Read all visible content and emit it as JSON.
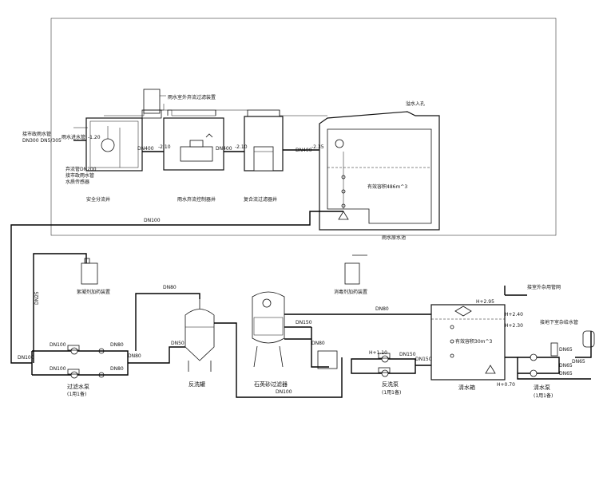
{
  "labels": {
    "top_device": "雨水室外弃流过滤装置",
    "safety_well": "安全分流井",
    "diversion_well": "雨水弃流控制器井",
    "filter_well": "复合流过滤器井",
    "overflow": "溢水入孔",
    "tank_volume": "有效容积486m^3",
    "raw_tank": "雨水原水池",
    "rain_inlet": "雨水进水管",
    "left_note1": "接市政雨水管",
    "left_note2": "DN300 DN5/305",
    "inlet_note1": "弃流管DN200",
    "inlet_note2": "接市政雨水管",
    "inlet_note3": "水质传感器",
    "lev_a": "-1.20",
    "lev_b": "-2.10",
    "lev_c": "-2.10",
    "lev_d": "-2.35",
    "dn_a": "DN400",
    "dn_b": "DN400",
    "dn_c": "DN400",
    "dn100_main": "DN100",
    "dn25": "DN25",
    "dosing": "絮凝剂加药装置",
    "disinfect": "消毒剂加药装置",
    "filter_pump": "过滤水泵",
    "filter_pump_count": "(1用1备)",
    "dn100_a": "DN100",
    "dn100_b": "DN100",
    "dn100_c": "DN100",
    "dn80_a": "DN80",
    "dn80_b": "DN80",
    "dn80_top": "DN80",
    "dn80_mid": "DN80",
    "dn80_right": "DN80",
    "dn50": "DN50",
    "backwash_tank": "反洗罐",
    "sand_filter": "石英砂过滤器",
    "dn150_a": "DN150",
    "dn150_b": "DN150",
    "dn100_bottom": "DN100",
    "backwash_pump": "反洗泵",
    "backwash_pump_count": "(1用1备)",
    "clear_tank": "清水箱",
    "clear_volume": "有效容积30m^3",
    "h1": "H+2.95",
    "h2": "H+2.40",
    "h3": "H+2.30",
    "h4": "H+0.70",
    "h5": "H+1.10",
    "supply_pump": "清水泵",
    "supply_pump_count": "(1用1备)",
    "underground": "接地下室杂给水管",
    "dn65_a": "DN65",
    "dn65_b": "DN65",
    "dn65_c": "DN65",
    "dn65_d": "DN65",
    "dn150_c": "DN150",
    "dn80_clear": "DN80",
    "top_right_note": "接室外杂用管网"
  }
}
